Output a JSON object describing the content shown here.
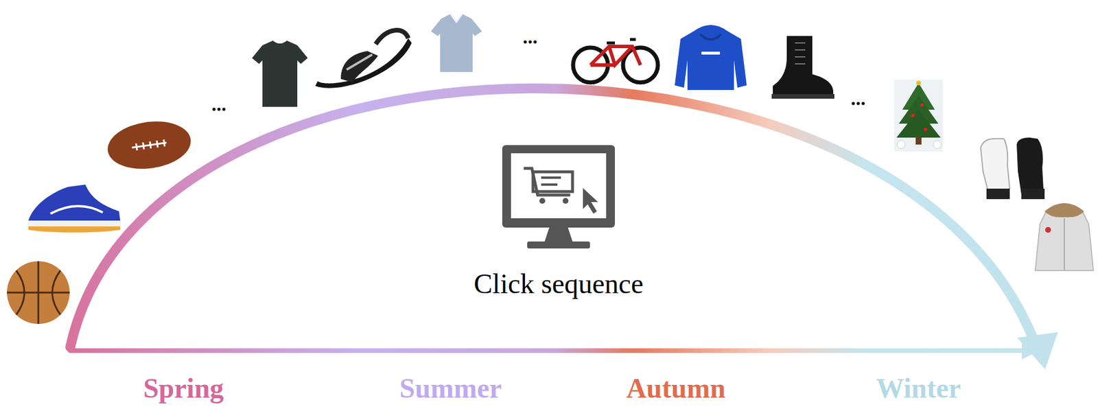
{
  "diagram": {
    "labels": [
      "...",
      "...",
      "...",
      "Click sequence",
      "Spring",
      "Summer",
      "Autumn",
      "Winter"
    ]
  }
}
